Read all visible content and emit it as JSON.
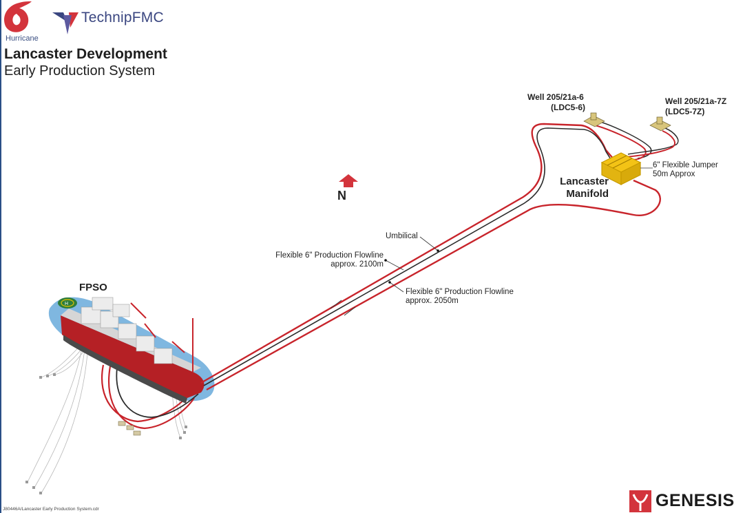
{
  "header": {
    "hurricane_logo_text": "Hurricane",
    "technipfmc_logo_text": "TechnipFMC",
    "title": "Lancaster Development",
    "subtitle": "Early Production System"
  },
  "labels": {
    "fpso": "FPSO",
    "well_a_line1": "Well 205/21a-6",
    "well_a_line2": "(LDC5-6)",
    "well_b_line1": "Well 205/21a-7Z",
    "well_b_line2": "(LDC5-7Z)",
    "manifold_line1": "Lancaster",
    "manifold_line2": "Manifold",
    "jumper_line1": "6\" Flexible Jumper",
    "jumper_line2": "50m Approx",
    "umbilical": "Umbilical",
    "flowline_a_line1": "Flexible 6\" Production Flowline",
    "flowline_a_line2": "approx. 2100m",
    "flowline_b_line1": "Flexible 6\" Production Flowline",
    "flowline_b_line2": "approx. 2050m"
  },
  "footer": {
    "genesis_logo_text": "GENESIS",
    "file_path": "J80446A/Lancaster Early Production System.cdr"
  },
  "colors": {
    "flowline_red": "#c8242b",
    "umbilical_dark": "#2b2b2b",
    "manifold_yellow": "#f3c316",
    "sea_blue": "#7fb7e0",
    "hull_red": "#b52025",
    "brand_red": "#d3343c",
    "brand_blue": "#3a4680"
  },
  "icons": [
    "hurricane-logo-icon",
    "technipfmc-logo-icon",
    "north-arrow-icon",
    "helideck-icon",
    "genesis-logo-icon"
  ]
}
